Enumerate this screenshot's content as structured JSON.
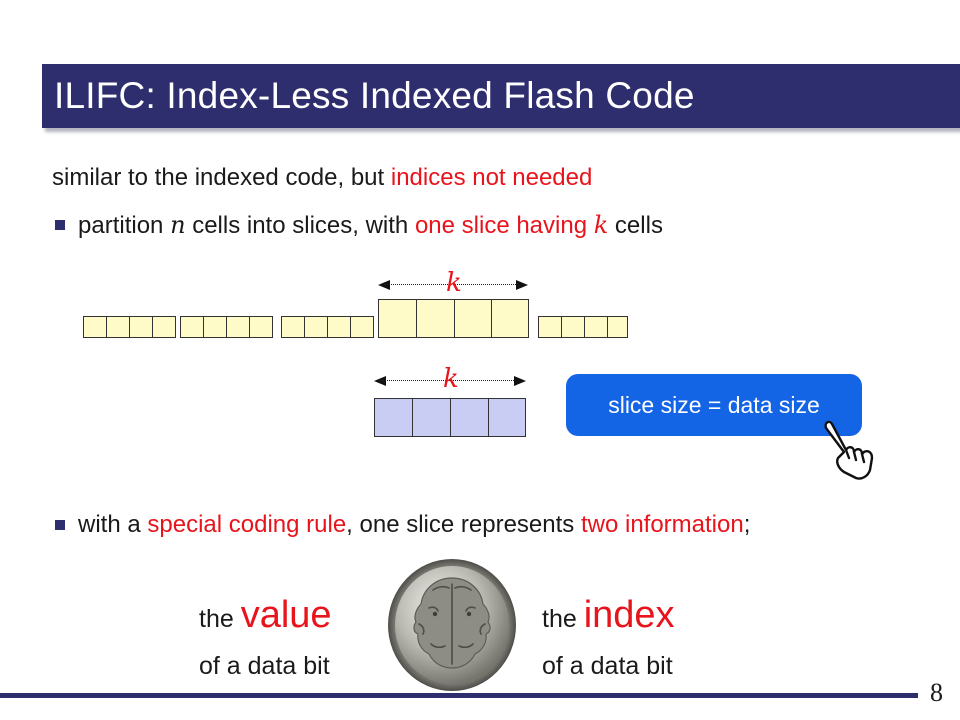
{
  "title": "ILIFC: Index-Less Indexed Flash Code",
  "intro": {
    "prefix": "similar to the indexed code, but ",
    "highlight": "indices not needed"
  },
  "bullet1": {
    "text_a": "partition ",
    "var_n": "n",
    "text_b": " cells into slices, with ",
    "highlight_a": "one slice having ",
    "var_k": "k",
    "text_c": " cells"
  },
  "diagram": {
    "k_label_top": "k",
    "k_label_bottom": "k",
    "callout": "slice size = data size",
    "hand_icon": "pointing-hand-icon",
    "colors": {
      "small_cell": "#fffbc8",
      "data_cell": "#c9cdf3",
      "callout": "#1464e6"
    }
  },
  "bullet2": {
    "text_a": "with a ",
    "highlight_a": "special coding rule",
    "text_b": ", one slice represents ",
    "highlight_b": "two information",
    "text_c": ";"
  },
  "janus": {
    "left_the": "the ",
    "left_big": "value",
    "left_sub": "of a data bit",
    "right_the": "the ",
    "right_big": "index",
    "right_sub": "of a data bit",
    "coin_icon": "janus-coin-icon"
  },
  "page_number": "8",
  "colors": {
    "title_bar": "#2e2e6e",
    "accent_red": "#e8141c"
  }
}
